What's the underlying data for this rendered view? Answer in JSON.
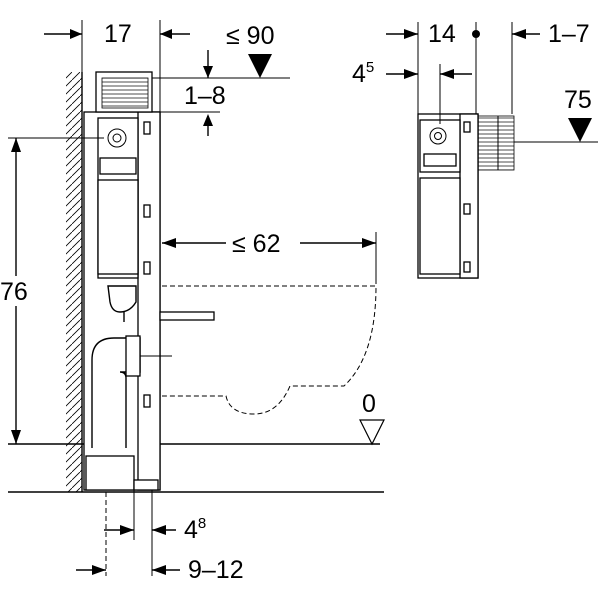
{
  "dimensions": {
    "frame_depth": "17",
    "max_flush_height": "≤ 90",
    "flush_offset": "1–8",
    "height_left": "76",
    "bowl_projection": "≤ 62",
    "floor_level": "0",
    "wall_gap_base": "4",
    "wall_gap_sup": "8",
    "wall_distance": "9–12",
    "side_depth": "14",
    "side_offset": "1–7",
    "side_gap_base": "4",
    "side_gap_sup": "5",
    "side_height": "75"
  }
}
